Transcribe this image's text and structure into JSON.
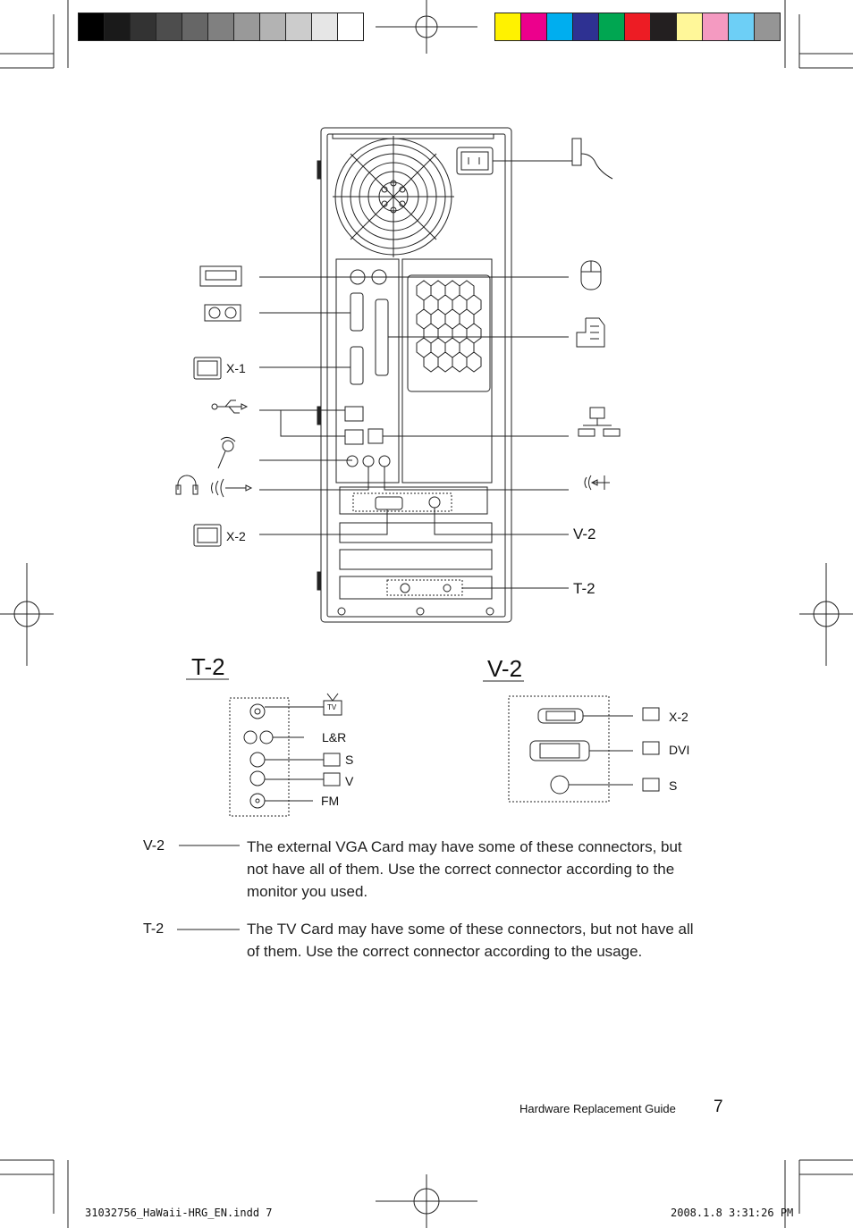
{
  "calibration": {
    "grayscale": [
      "#000000",
      "#1a1a1a",
      "#333333",
      "#4d4d4d",
      "#666666",
      "#808080",
      "#999999",
      "#b3b3b3",
      "#cccccc",
      "#e6e6e6",
      "#ffffff"
    ],
    "process": [
      "#fff200",
      "#ec008c",
      "#00aeef",
      "#2e3192",
      "#00a651",
      "#ed1c24",
      "#231f20",
      "#fff799",
      "#f49ac1",
      "#6dcff6",
      "#959595"
    ]
  },
  "diagram": {
    "left_labels": {
      "x1": "X-1",
      "x2": "X-2"
    },
    "right_labels": {
      "v2": "V-2",
      "t2": "T-2"
    }
  },
  "t2_panel": {
    "title": "T-2",
    "labels": {
      "tv": "TV",
      "lr": "L&R",
      "s": "S",
      "v": "V",
      "fm": "FM"
    }
  },
  "v2_panel": {
    "title": "V-2",
    "labels": {
      "x2": "X-2",
      "dvi": "DVI",
      "s": "S"
    }
  },
  "notes": [
    {
      "term": "V-2",
      "text1": "The external VGA Card may have some of these connectors, but",
      "text2": "not have all of them. Use the correct connector according to the",
      "text3": "monitor you used."
    },
    {
      "term": "T-2",
      "text1": "The TV Card may have some of these connectors, but not have all",
      "text2": "of them. Use the correct connector according to  the usage."
    }
  ],
  "footer": {
    "guide": "Hardware Replacement Guide",
    "page": "7"
  },
  "slug": {
    "file": "31032756_HaWaii-HRG_EN.indd   7",
    "date": "2008.1.8   3:31:26 PM"
  }
}
